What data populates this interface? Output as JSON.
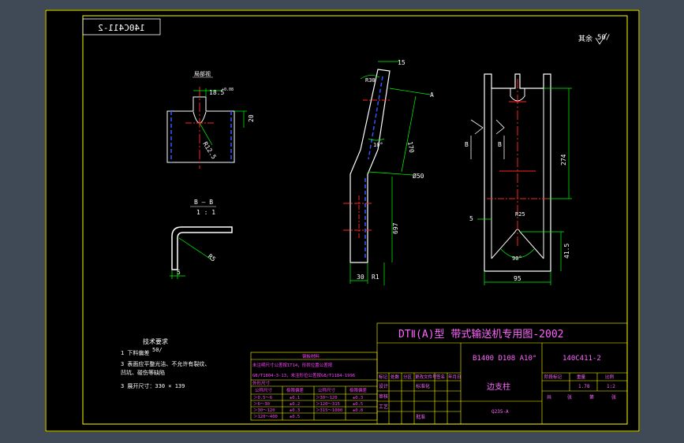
{
  "colors": {
    "viewport_bg": "#3f4a56",
    "sheet_bg": "#000000",
    "border": "#ffff00",
    "part": "#ffffff",
    "dimension": "#00ff00",
    "center": "#ff0000",
    "hidden": "#0000ff",
    "text_magenta": "#ff00ff",
    "title": "#ff66ff"
  },
  "stamp": {
    "code_mirrored": "140C411-2"
  },
  "roughness": {
    "label": "其余",
    "value": "50/"
  },
  "section_top": {
    "label": "局部视",
    "dim_width": "18.5",
    "dim_tol": "+0.08",
    "dim_height": "20",
    "radius": "R12.5"
  },
  "section_bb": {
    "label": "B — B",
    "scale": "1 : 1",
    "thickness": "5",
    "radius": "R5"
  },
  "side_view": {
    "dim_15": "15",
    "label_a": "A",
    "dim_r30": "R30",
    "dim_10": "10°",
    "dim_170": "170",
    "dim_850": "Ø50",
    "dim_697": "697",
    "dim_30": "30",
    "dim_r1": "R1"
  },
  "front_view": {
    "label_b1": "B",
    "label_b2": "B",
    "dim_274": "274",
    "dim_5": "5",
    "dim_r25": "R25",
    "dim_90": "90°",
    "dim_415": "41.5",
    "dim_95": "95"
  },
  "notes": {
    "title": "技术要求",
    "line1": "1  下料偏差",
    "line1_val": "50/",
    "line2a": "3  表面应平整光洁、不允许有裂纹、",
    "line2b": "    凹坑、碰伤等缺陷",
    "line3": "3  展开尺寸：330 × 139"
  },
  "material": {
    "title": "钢板材料",
    "line1": "未注明尺寸公差按IT14，形状位置公差按",
    "line2": "GB/T1804-3-13，未注形位公差按GB/T1184-1996",
    "table_title": "外形尺寸",
    "headers": [
      "公称尺寸",
      "极限偏差",
      "公称尺寸",
      "极限偏差"
    ],
    "rows": [
      [
        "＞0.5～6",
        "±0.1",
        "＞30～120",
        "±0.3"
      ],
      [
        "＞6～30",
        "±0.2",
        "＞120～315",
        "±0.5"
      ],
      [
        "＞30～120",
        "±0.3",
        "＞315～1000",
        "±0.8"
      ],
      [
        "＞120～400",
        "±0.5",
        "",
        ""
      ]
    ]
  },
  "title_block": {
    "title": "DTⅡ(A)型  带式输送机专用图-2002",
    "spec": "B1400 D108 A10°",
    "code": "140C411-2",
    "part_name": "边支柱",
    "material": "Q235-A",
    "rev_headers": [
      "标记",
      "处数",
      "分区",
      "更改文件号",
      "签名",
      "年月日"
    ],
    "row_design": "设计",
    "row_std": "标准化",
    "row_check": "审核",
    "row_process": "工艺",
    "row_approve": "批准",
    "stage_label": "阶段标记",
    "weight_label": "重量",
    "scale_label": "比例",
    "weight_val": "1.78",
    "scale_val": "1:2",
    "sheet_a": "共",
    "sheet_b": "张",
    "sheet_c": "第",
    "sheet_d": "张"
  }
}
